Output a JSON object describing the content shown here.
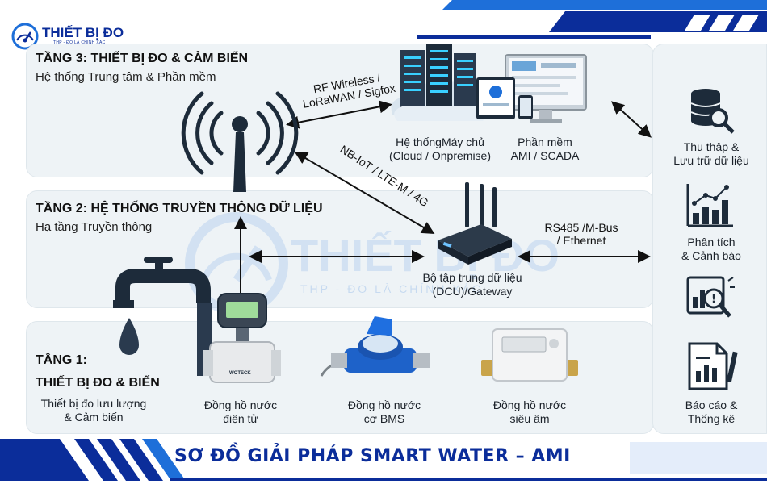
{
  "brand": {
    "name": "THIẾT BỊ ĐO",
    "tagline": "THP - ĐO LÀ CHÍNH XÁC",
    "watermark_name": "THIẾT BỊ ĐO",
    "watermark_tagline": "THP - ĐO LÀ CHÍNH XÁC"
  },
  "tiers": {
    "tier3": {
      "title": "TẦNG 3: THIẾT BỊ ĐO & CẢM BIẾN",
      "subtitle": "Hệ thống Trung tâm & Phần mềm"
    },
    "tier2": {
      "title": "TẦNG 2: HỆ THỐNG TRUYỀN THÔNG DỮ LIỆU",
      "subtitle": "Hạ tầng Truyền thông"
    },
    "tier1": {
      "title_line1": "TẦNG 1:",
      "title_line2": "THIẾT BỊ ĐO & BIẾN",
      "subtitle_line1": "Thiết bị đo lưu lượng",
      "subtitle_line2": "& Cảm biến"
    }
  },
  "links": {
    "rf_line1": "RF Wireless /",
    "rf_line2": "LoRaWAN / Sigfox",
    "nbiot": "NB-IoT / LTE-M / 4G",
    "rs485_line1": "RS485 /M-Bus",
    "rs485_line2": "/ Ethernet"
  },
  "nodes": {
    "server_line1": "Hệ thốngMáy chủ",
    "server_line2": "(Cloud / Onpremise)",
    "software_line1": "Phần mềm",
    "software_line2": "AMI / SCADA",
    "dcu_line1": "Bộ tập trung dữ liệu",
    "dcu_line2": "(DCU)/Gateway",
    "meter_electronic_line1": "Đồng hồ nước",
    "meter_electronic_line2": "điện tử",
    "meter_bms_line1": "Đồng hồ nước",
    "meter_bms_line2": "cơ BMS",
    "meter_ultrasonic_line1": "Đồng hồ nước",
    "meter_ultrasonic_line2": "siêu âm",
    "meter_brand": "WOTECK"
  },
  "sidebar": {
    "collect_line1": "Thu thập &",
    "collect_line2": "Lưu trữ dữ liệu",
    "analyze_line1": "Phân tích",
    "analyze_line2": "& Cảnh báo",
    "report_line1": "Báo cáo &",
    "report_line2": "Thống kê"
  },
  "banner": {
    "title": "SƠ ĐỒ GIẢI PHÁP SMART WATER – AMI"
  },
  "colors": {
    "brand_blue": "#0b2d9a",
    "accent_blue": "#1e6fd9",
    "panel": "#eef3f6",
    "icon_dark": "#1d2b3a"
  }
}
